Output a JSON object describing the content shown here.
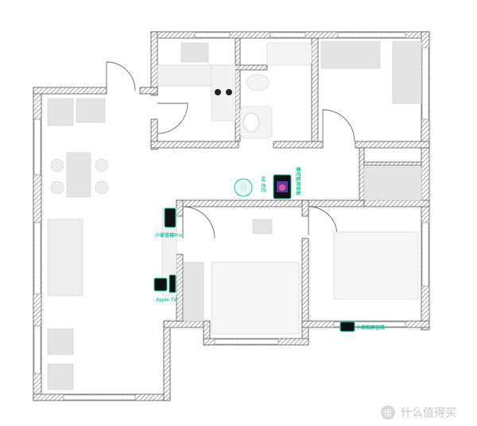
{
  "devices": {
    "mi_light": "MI 台灯",
    "hub_panel": "集控智屏面板",
    "speaker_pro": "小爱音箱Pro",
    "apple_tv": "Apple TV",
    "touch_speaker": "小爱触屏音箱"
  },
  "watermark": {
    "icon_glyph": "值",
    "text": "什么值得买"
  },
  "colors": {
    "wall": "#7a7a7a",
    "furniture": "#e6e6e6",
    "device_accent": "#19c6a0"
  }
}
